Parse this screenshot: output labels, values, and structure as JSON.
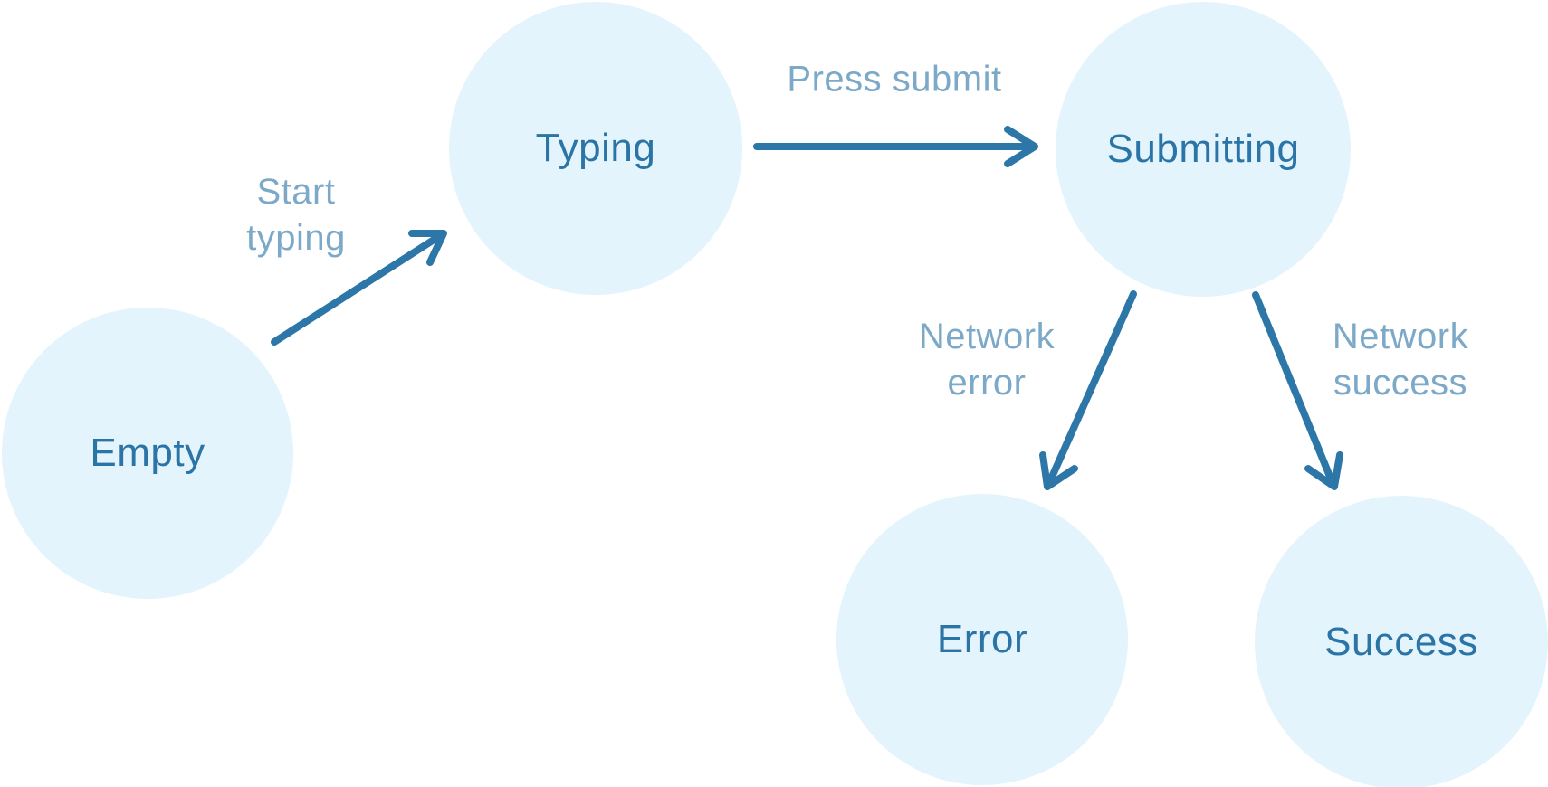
{
  "diagram": {
    "type": "state-machine",
    "colors": {
      "background": "#ffffff",
      "node_fill": "#E3F4FD",
      "node_text": "#2B74A6",
      "arrow": "#2C76A8",
      "edge_label": "#7CA9C8"
    },
    "nodes": [
      {
        "id": "empty",
        "label": "Empty"
      },
      {
        "id": "typing",
        "label": "Typing"
      },
      {
        "id": "submitting",
        "label": "Submitting"
      },
      {
        "id": "error",
        "label": "Error"
      },
      {
        "id": "success",
        "label": "Success"
      }
    ],
    "edges": [
      {
        "from": "empty",
        "to": "typing",
        "label": "Start\ntyping"
      },
      {
        "from": "typing",
        "to": "submitting",
        "label": "Press submit"
      },
      {
        "from": "submitting",
        "to": "error",
        "label": "Network\nerror"
      },
      {
        "from": "submitting",
        "to": "success",
        "label": "Network\nsuccess"
      }
    ]
  }
}
